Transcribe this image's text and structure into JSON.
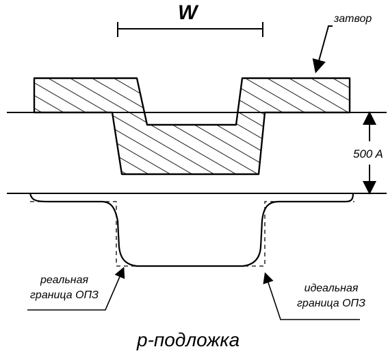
{
  "labels": {
    "width": "W",
    "gate": "затвор",
    "thickness": "500 A",
    "real_boundary": [
      "реальная",
      "граница ОПЗ"
    ],
    "ideal_boundary": [
      "идеальная",
      "граница ОПЗ"
    ],
    "substrate": "p-подложка"
  },
  "colors": {
    "ink": "#000000",
    "background": "#ffffff"
  }
}
